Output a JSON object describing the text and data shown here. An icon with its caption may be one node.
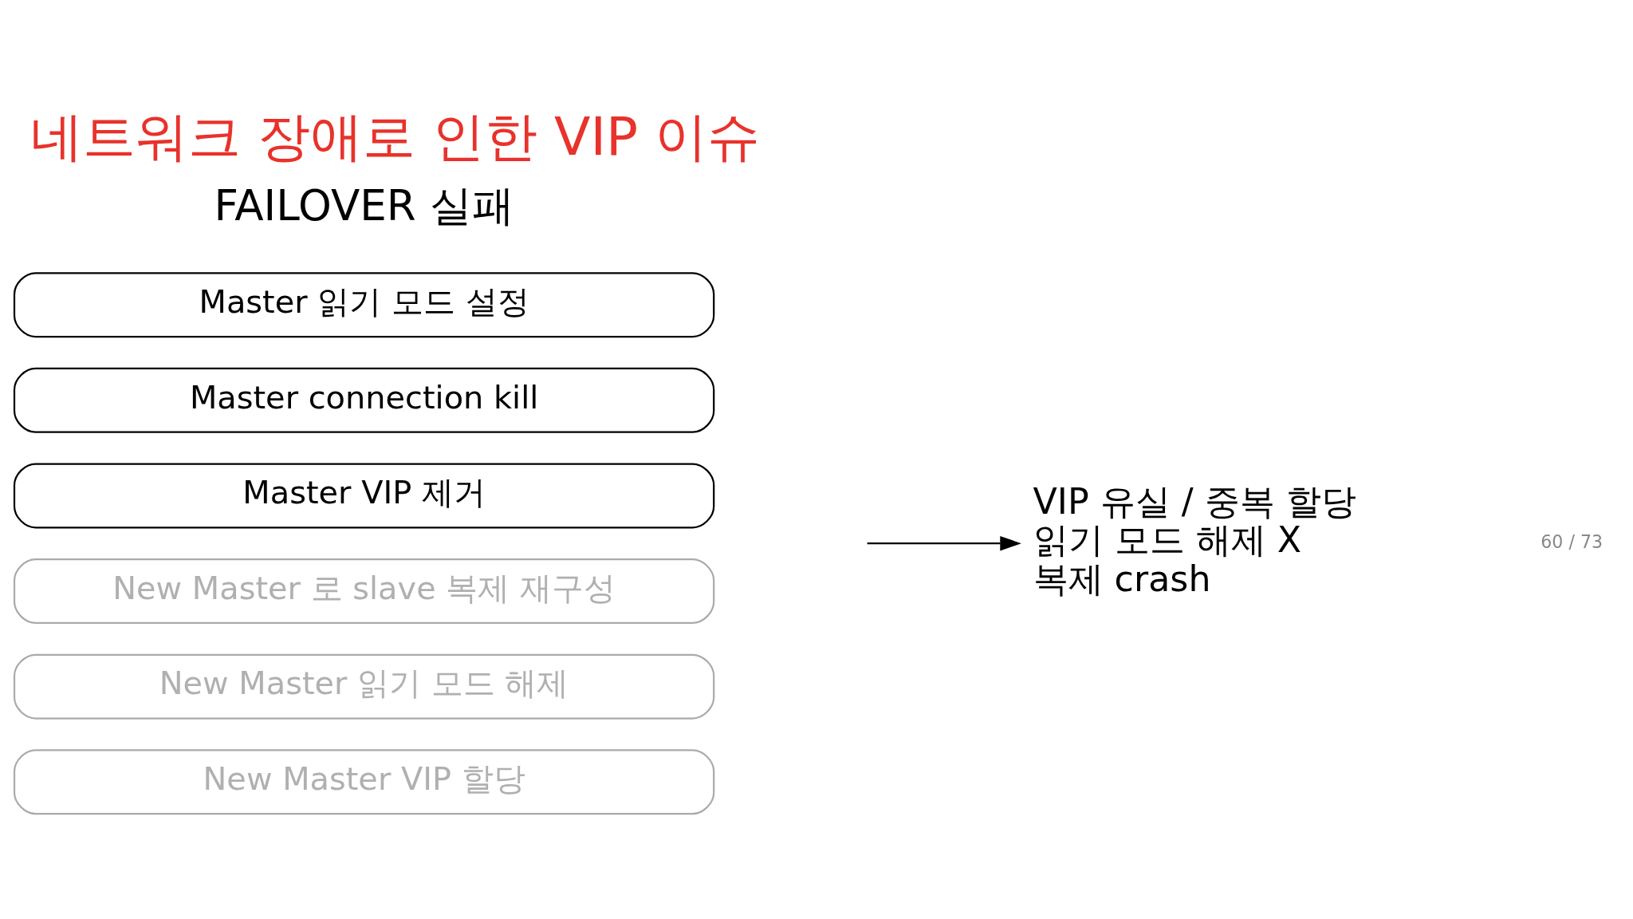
{
  "diagram": {
    "title": "네트워크 장애로 인한 VIP 이슈",
    "nodes": [
      {
        "text": [
          "Master 읽기 모드 설정"
        ]
      },
      {
        "text": [
          "Master connection kill"
        ]
      },
      {
        "text": [
          "Master VIP 제거"
        ]
      },
      {
        "text": [
          "New Master 로 slave 복제 재구성"
        ]
      },
      {
        "text": [
          "New Master 읽기 모드 해제"
        ]
      },
      {
        "text": [
          "New Master VIP 할당"
        ]
      },
      {
        "text": [
          "VIP 유실 / 중복 할당",
          "읽기 모드 해제 X",
          "복제 crash"
        ]
      }
    ],
    "edges": [
      {
        "from": null,
        "to": 6,
        "arrow": "to"
      }
    ],
    "labels": [
      "FAILOVER 실패",
      "60 / 73"
    ]
  }
}
